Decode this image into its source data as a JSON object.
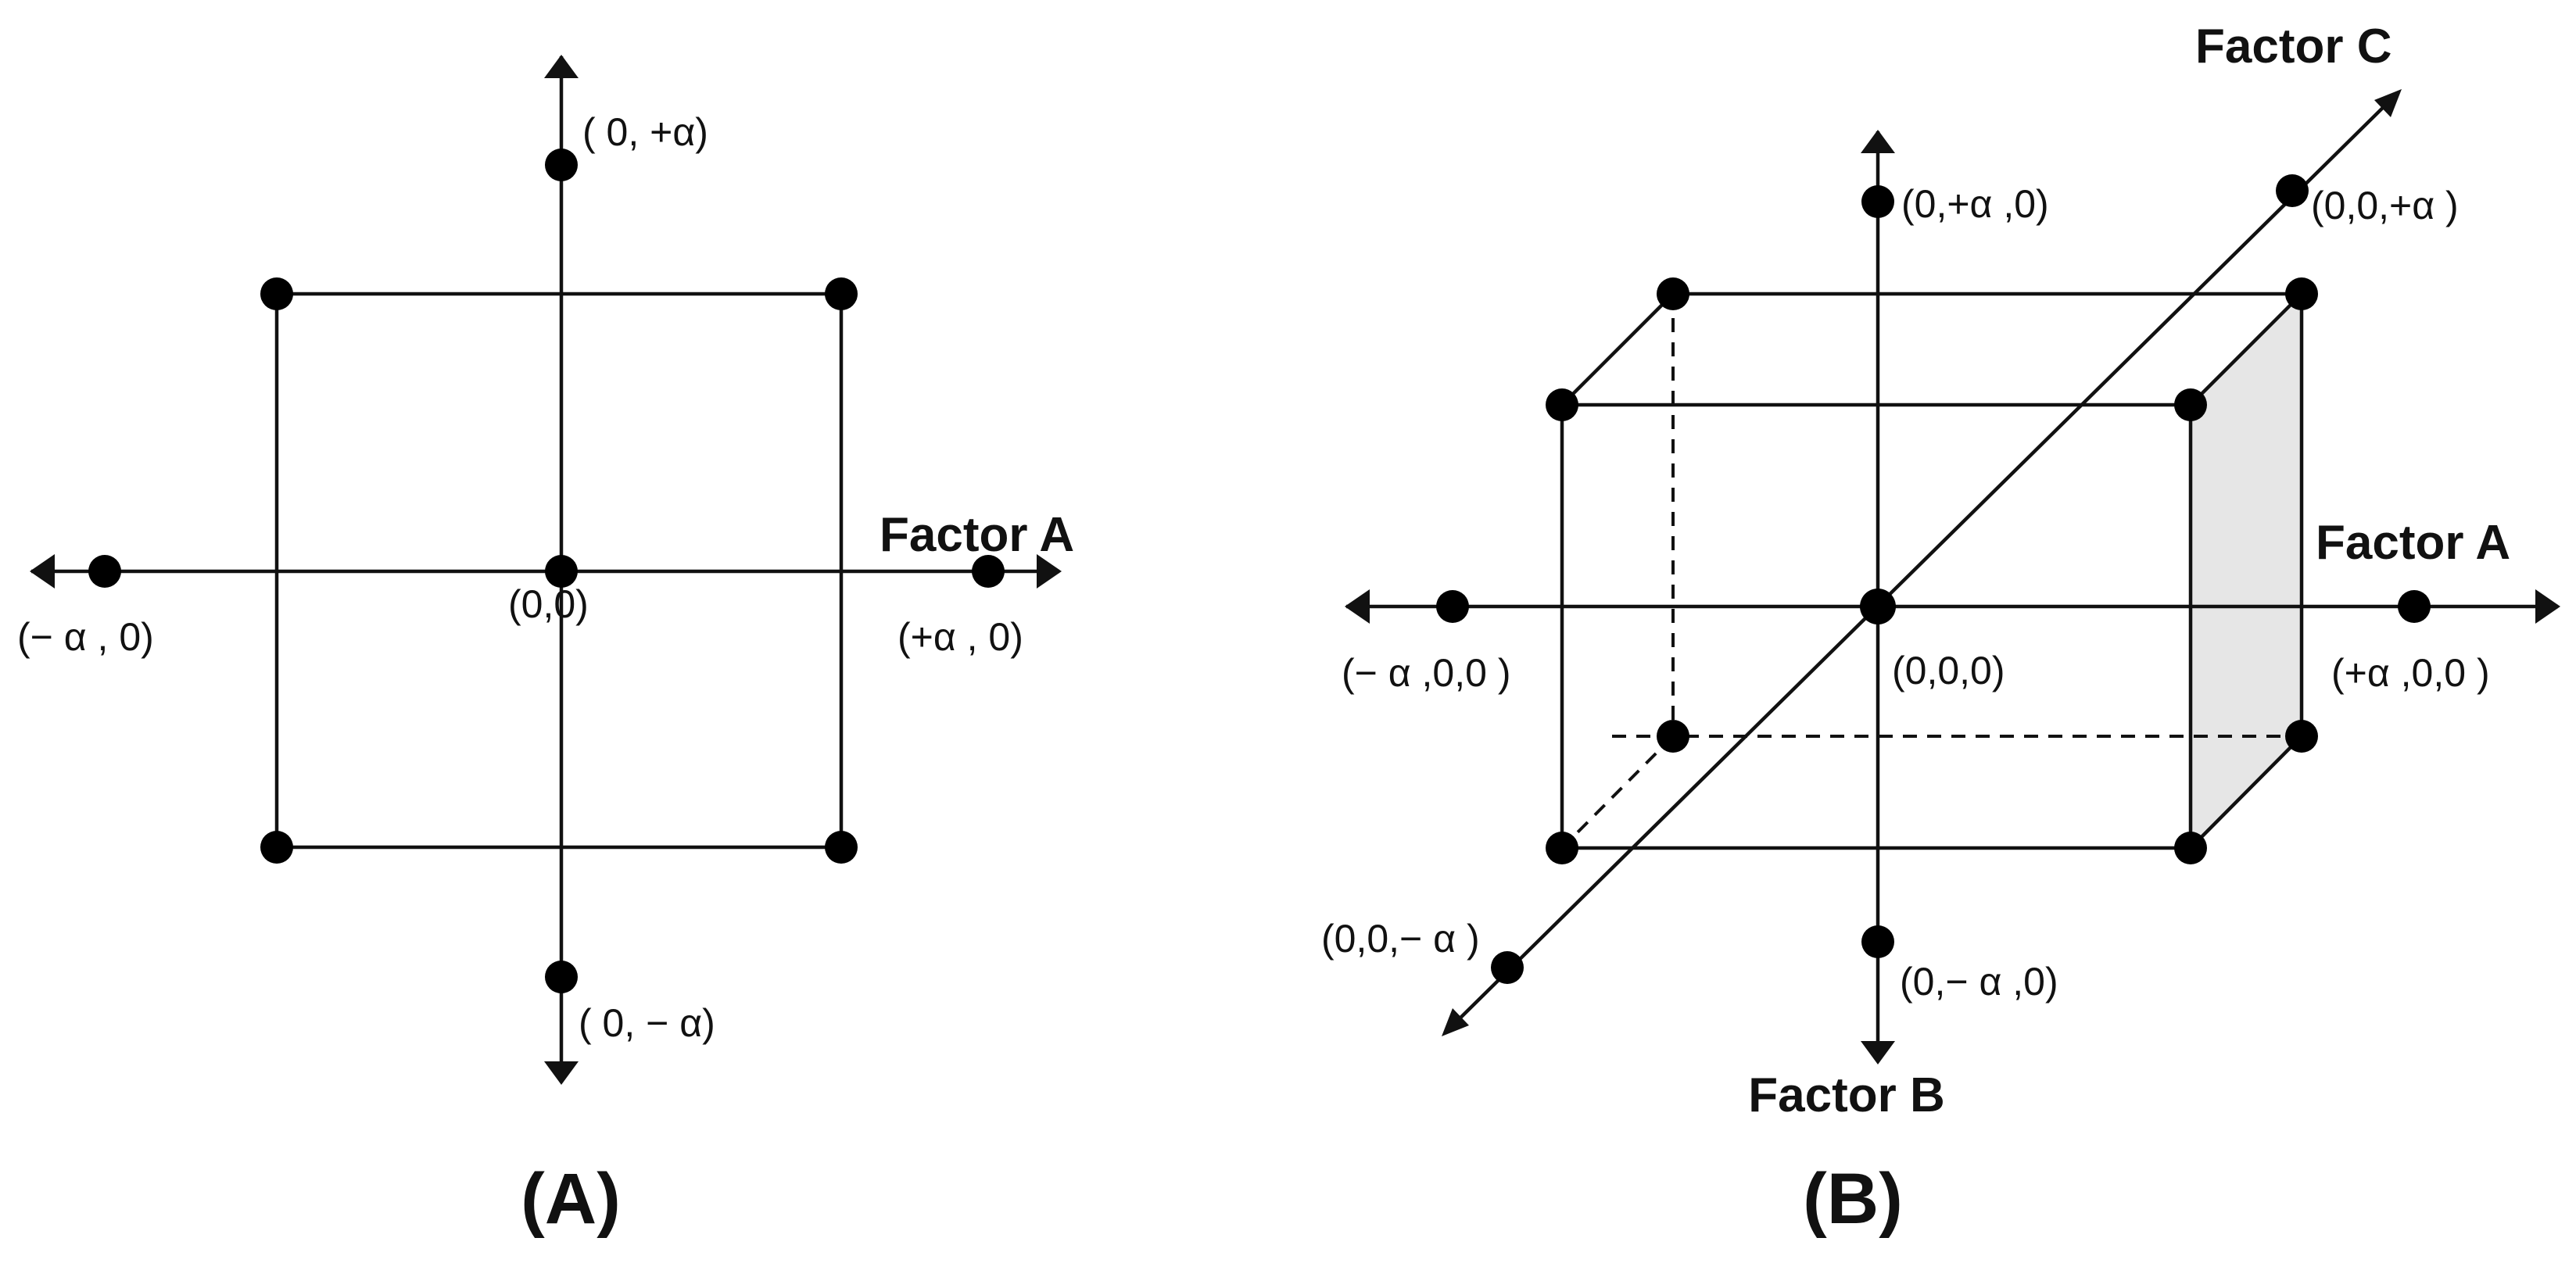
{
  "panel_a": {
    "caption": "(A)",
    "axis_label": "Factor A",
    "points": {
      "top": "( 0, +α)",
      "bottom": "( 0, − α)",
      "left": "(− α , 0)",
      "right": "(+α , 0)",
      "center": "(0,0)"
    }
  },
  "panel_b": {
    "caption": "(B)",
    "axis_a_label": "Factor A",
    "axis_b_label": "Factor B",
    "axis_c_label": "Factor C",
    "points": {
      "b_plus": "(0,+α ,0)",
      "b_minus": "(0,− α ,0)",
      "a_minus": "(− α ,0,0 )",
      "a_plus": "(+α ,0,0 )",
      "c_plus": "(0,0,+α )",
      "c_minus": "(0,0,− α )",
      "center": "(0,0,0)"
    }
  }
}
